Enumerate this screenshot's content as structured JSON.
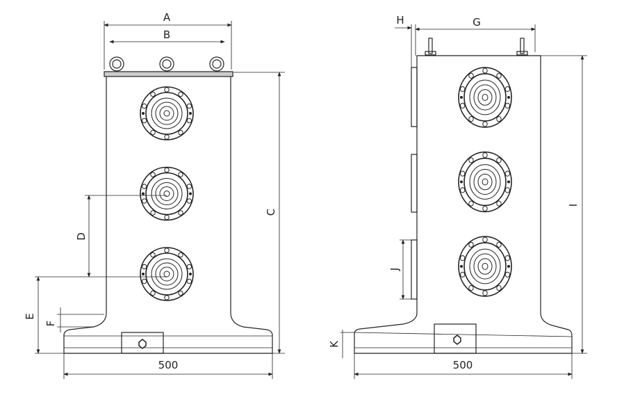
{
  "front_view": {
    "dimensions": {
      "A": "A",
      "B": "B",
      "C": "C",
      "D": "D",
      "E": "E",
      "F": "F",
      "width": "500"
    },
    "chuck_count": 3,
    "eyebolt_count": 3
  },
  "side_view": {
    "dimensions": {
      "G": "G",
      "H": "H",
      "I": "I",
      "J": "J",
      "K": "K",
      "width": "500"
    },
    "chuck_count": 3
  },
  "colors": {
    "line": "#222222",
    "background": "#ffffff"
  }
}
